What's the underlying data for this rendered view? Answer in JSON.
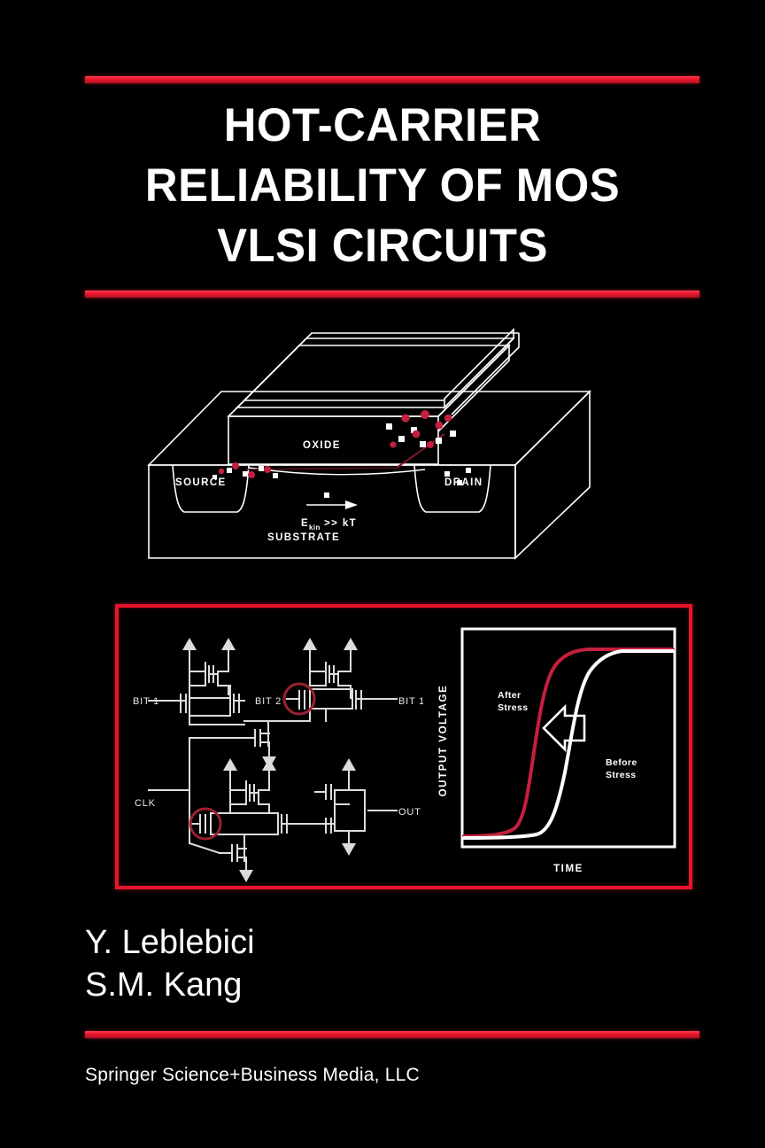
{
  "cover": {
    "background_color": "#000000",
    "accent_color": "#e8142c",
    "text_color": "#ffffff"
  },
  "title": {
    "lines": [
      "HOT-CARRIER",
      "RELIABILITY OF MOS",
      "VLSI CIRCUITS"
    ]
  },
  "authors": {
    "lines": [
      "Y. Leblebici",
      "S.M. Kang"
    ]
  },
  "publisher": {
    "name": "Springer Science+Business Media, LLC"
  },
  "mosfet_figure": {
    "labels": {
      "oxide": "OXIDE",
      "source": "SOURCE",
      "drain": "DRAIN",
      "substrate": "SUBSTRATE",
      "energy_main": "E",
      "energy_sub": "kin",
      "energy_rest": ">> kT"
    },
    "electron_color": "#ffffff",
    "hole_color": "#c3203f"
  },
  "circuit_figure": {
    "labels": {
      "bit1_left": "BIT 1",
      "bit2": "BIT 2",
      "bit1_right": "BIT 1",
      "clk": "CLK",
      "out": "OUT"
    },
    "highlight_color": "#8e1d2c"
  },
  "chart_data": {
    "type": "line",
    "title": "",
    "xlabel": "TIME",
    "ylabel": "OUTPUT VOLTAGE",
    "grid": false,
    "legend_position": "inline-annotations",
    "annotations": [
      {
        "text": "After Stress",
        "color": "#ffffff"
      },
      {
        "text": "Before Stress",
        "color": "#ffffff"
      },
      {
        "text": "shift-arrow-left",
        "color": "#ffffff"
      }
    ],
    "series": [
      {
        "name": "After Stress",
        "color": "#c4203c",
        "x": [
          0,
          10,
          20,
          28,
          33,
          37,
          40,
          44,
          48,
          52,
          58,
          70,
          85,
          100
        ],
        "y": [
          2,
          2,
          3,
          6,
          18,
          42,
          62,
          80,
          90,
          95,
          97,
          98,
          98,
          98
        ]
      },
      {
        "name": "Before Stress",
        "color": "#ffffff",
        "x": [
          0,
          15,
          30,
          42,
          50,
          55,
          60,
          64,
          68,
          72,
          78,
          86,
          93,
          100
        ],
        "y": [
          2,
          2,
          3,
          5,
          12,
          30,
          52,
          72,
          86,
          93,
          96,
          97,
          98,
          98
        ]
      }
    ],
    "xlim": [
      0,
      100
    ],
    "ylim": [
      0,
      100
    ]
  }
}
